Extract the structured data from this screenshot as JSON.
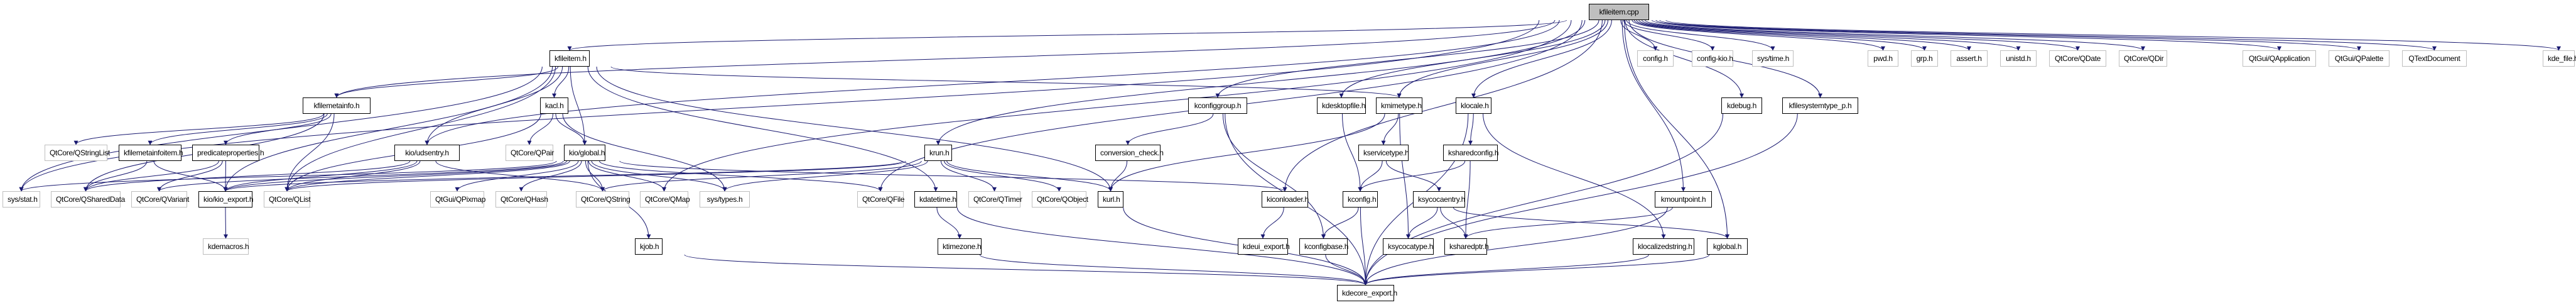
{
  "graph": {
    "title": "kfileitem.cpp include dependency graph",
    "colors": {
      "edge": "#191970",
      "internal_border": "#000000",
      "external_border": "#bfbfbf",
      "root_fill": "#bfbfbf"
    },
    "nodes": [
      {
        "id": "kfileitem_cpp",
        "label": "kfileitem.cpp",
        "kind": "root"
      },
      {
        "id": "kfileitem_h",
        "label": "kfileitem.h",
        "kind": "int"
      },
      {
        "id": "kfilemetainfo_h",
        "label": "kfilemetainfo.h",
        "kind": "int"
      },
      {
        "id": "kacl_h",
        "label": "kacl.h",
        "kind": "int"
      },
      {
        "id": "kio_udsentry_h",
        "label": "kio/udsentry.h",
        "kind": "int"
      },
      {
        "id": "kio_global_h",
        "label": "kio/global.h",
        "kind": "int"
      },
      {
        "id": "qstringlist",
        "label": "QtCore/QStringList",
        "kind": "ext"
      },
      {
        "id": "kfilemetainfoitem_h",
        "label": "kfilemetainfoitem.h",
        "kind": "int"
      },
      {
        "id": "predicateproperties_h",
        "label": "predicateproperties.h",
        "kind": "int"
      },
      {
        "id": "qpair",
        "label": "QtCore/QPair",
        "kind": "ext"
      },
      {
        "id": "sys_stat_h",
        "label": "sys/stat.h",
        "kind": "ext"
      },
      {
        "id": "qshareddata",
        "label": "QtCore/QSharedData",
        "kind": "ext"
      },
      {
        "id": "qvariant",
        "label": "QtCore/QVariant",
        "kind": "ext"
      },
      {
        "id": "kio_export_h",
        "label": "kio/kio_export.h",
        "kind": "int"
      },
      {
        "id": "qlist",
        "label": "QtCore/QList",
        "kind": "ext"
      },
      {
        "id": "qpixmap",
        "label": "QtGui/QPixmap",
        "kind": "ext"
      },
      {
        "id": "qhash",
        "label": "QtCore/QHash",
        "kind": "ext"
      },
      {
        "id": "qstring",
        "label": "QtCore/QString",
        "kind": "ext"
      },
      {
        "id": "qmap",
        "label": "QtCore/QMap",
        "kind": "ext"
      },
      {
        "id": "sys_types_h",
        "label": "sys/types.h",
        "kind": "ext"
      },
      {
        "id": "qfile",
        "label": "QtCore/QFile",
        "kind": "ext"
      },
      {
        "id": "kdatetime_h",
        "label": "kdatetime.h",
        "kind": "int"
      },
      {
        "id": "qtimer",
        "label": "QtCore/QTimer",
        "kind": "ext"
      },
      {
        "id": "qobject",
        "label": "QtCore/QObject",
        "kind": "ext"
      },
      {
        "id": "kurl_h",
        "label": "kurl.h",
        "kind": "int"
      },
      {
        "id": "kdemacros_h",
        "label": "kdemacros.h",
        "kind": "ext"
      },
      {
        "id": "kjob_h",
        "label": "kjob.h",
        "kind": "int"
      },
      {
        "id": "ktimezone_h",
        "label": "ktimezone.h",
        "kind": "int"
      },
      {
        "id": "krun_h",
        "label": "krun.h",
        "kind": "int"
      },
      {
        "id": "kconfiggroup_h",
        "label": "kconfiggroup.h",
        "kind": "int"
      },
      {
        "id": "conversion_check_h",
        "label": "conversion_check.h",
        "kind": "int"
      },
      {
        "id": "kdesktopfile_h",
        "label": "kdesktopfile.h",
        "kind": "int"
      },
      {
        "id": "kmimetype_h",
        "label": "kmimetype.h",
        "kind": "int"
      },
      {
        "id": "kservicetype_h",
        "label": "kservicetype.h",
        "kind": "int"
      },
      {
        "id": "klocale_h",
        "label": "klocale.h",
        "kind": "int"
      },
      {
        "id": "ksharedconfig_h",
        "label": "ksharedconfig.h",
        "kind": "int"
      },
      {
        "id": "kiconloader_h",
        "label": "kiconloader.h",
        "kind": "int"
      },
      {
        "id": "kconfig_h",
        "label": "kconfig.h",
        "kind": "int"
      },
      {
        "id": "ksycocaentry_h",
        "label": "ksycocaentry.h",
        "kind": "int"
      },
      {
        "id": "kmountpoint_h",
        "label": "kmountpoint.h",
        "kind": "int"
      },
      {
        "id": "kdeui_export_h",
        "label": "kdeui_export.h",
        "kind": "int"
      },
      {
        "id": "kconfigbase_h",
        "label": "kconfigbase.h",
        "kind": "int"
      },
      {
        "id": "ksycocatype_h",
        "label": "ksycocatype.h",
        "kind": "int"
      },
      {
        "id": "ksharedptr_h",
        "label": "ksharedptr.h",
        "kind": "int"
      },
      {
        "id": "klocalizedstring_h",
        "label": "klocalizedstring.h",
        "kind": "int"
      },
      {
        "id": "kglobal_h",
        "label": "kglobal.h",
        "kind": "int"
      },
      {
        "id": "kdecore_export_h",
        "label": "kdecore_export.h",
        "kind": "int"
      },
      {
        "id": "kdebug_h",
        "label": "kdebug.h",
        "kind": "int"
      },
      {
        "id": "kfilesystemtype_p_h",
        "label": "kfilesystemtype_p.h",
        "kind": "int"
      },
      {
        "id": "config_h",
        "label": "config.h",
        "kind": "ext"
      },
      {
        "id": "config_kio_h",
        "label": "config-kio.h",
        "kind": "ext"
      },
      {
        "id": "sys_time_h",
        "label": "sys/time.h",
        "kind": "ext"
      },
      {
        "id": "pwd_h",
        "label": "pwd.h",
        "kind": "ext"
      },
      {
        "id": "grp_h",
        "label": "grp.h",
        "kind": "ext"
      },
      {
        "id": "assert_h",
        "label": "assert.h",
        "kind": "ext"
      },
      {
        "id": "unistd_h",
        "label": "unistd.h",
        "kind": "ext"
      },
      {
        "id": "qdate",
        "label": "QtCore/QDate",
        "kind": "ext"
      },
      {
        "id": "qdir",
        "label": "QtCore/QDir",
        "kind": "ext"
      },
      {
        "id": "qapplication",
        "label": "QtGui/QApplication",
        "kind": "ext"
      },
      {
        "id": "qpalette",
        "label": "QtGui/QPalette",
        "kind": "ext"
      },
      {
        "id": "qtextdocument",
        "label": "QTextDocument",
        "kind": "ext"
      },
      {
        "id": "kde_file_h",
        "label": "kde_file.h",
        "kind": "ext"
      }
    ],
    "edges": [
      [
        "kfileitem_cpp",
        "kfileitem_h"
      ],
      [
        "kfileitem_cpp",
        "kfilemetainfo_h"
      ],
      [
        "kfileitem_cpp",
        "sys_stat_h"
      ],
      [
        "kfileitem_cpp",
        "kio_udsentry_h"
      ],
      [
        "kfileitem_cpp",
        "qmap"
      ],
      [
        "kfileitem_cpp",
        "qfile"
      ],
      [
        "kfileitem_cpp",
        "krun_h"
      ],
      [
        "kfileitem_cpp",
        "kconfiggroup_h"
      ],
      [
        "kfileitem_cpp",
        "kdesktopfile_h"
      ],
      [
        "kfileitem_cpp",
        "kmimetype_h"
      ],
      [
        "kfileitem_cpp",
        "kiconloader_h"
      ],
      [
        "kfileitem_cpp",
        "klocale_h"
      ],
      [
        "kfileitem_cpp",
        "kmountpoint_h"
      ],
      [
        "kfileitem_cpp",
        "kdebug_h"
      ],
      [
        "kfileitem_cpp",
        "kfilesystemtype_p_h"
      ],
      [
        "kfileitem_cpp",
        "kglobal_h"
      ],
      [
        "kfileitem_cpp",
        "config_h"
      ],
      [
        "kfileitem_cpp",
        "config_kio_h"
      ],
      [
        "kfileitem_cpp",
        "sys_time_h"
      ],
      [
        "kfileitem_cpp",
        "pwd_h"
      ],
      [
        "kfileitem_cpp",
        "grp_h"
      ],
      [
        "kfileitem_cpp",
        "assert_h"
      ],
      [
        "kfileitem_cpp",
        "unistd_h"
      ],
      [
        "kfileitem_cpp",
        "qdate"
      ],
      [
        "kfileitem_cpp",
        "qdir"
      ],
      [
        "kfileitem_cpp",
        "qapplication"
      ],
      [
        "kfileitem_cpp",
        "qpalette"
      ],
      [
        "kfileitem_cpp",
        "qtextdocument"
      ],
      [
        "kfileitem_cpp",
        "kde_file_h"
      ],
      [
        "kfileitem_h",
        "kfilemetainfo_h"
      ],
      [
        "kfileitem_h",
        "kacl_h"
      ],
      [
        "kfileitem_h",
        "kio_global_h"
      ],
      [
        "kfileitem_h",
        "kio_udsentry_h"
      ],
      [
        "kfileitem_h",
        "kmimetype_h"
      ],
      [
        "kfileitem_h",
        "kurl_h"
      ],
      [
        "kfileitem_h",
        "qlist"
      ],
      [
        "kfileitem_h",
        "kio_export_h"
      ],
      [
        "kfileitem_h",
        "kdatetime_h"
      ],
      [
        "kfileitem_h",
        "sys_stat_h"
      ],
      [
        "kfilemetainfo_h",
        "qstringlist"
      ],
      [
        "kfilemetainfo_h",
        "kfilemetainfoitem_h"
      ],
      [
        "kfilemetainfo_h",
        "predicateproperties_h"
      ],
      [
        "kfilemetainfo_h",
        "qlist"
      ],
      [
        "kfilemetainfo_h",
        "qshareddata"
      ],
      [
        "kfilemetainfoitem_h",
        "qshareddata"
      ],
      [
        "kfilemetainfoitem_h",
        "kio_export_h"
      ],
      [
        "predicateproperties_h",
        "qshareddata"
      ],
      [
        "predicateproperties_h",
        "qvariant"
      ],
      [
        "predicateproperties_h",
        "kio_export_h"
      ],
      [
        "kio_udsentry_h",
        "qshareddata"
      ],
      [
        "kio_udsentry_h",
        "kio_export_h"
      ],
      [
        "kio_udsentry_h",
        "qlist"
      ],
      [
        "kio_udsentry_h",
        "qstring"
      ],
      [
        "kacl_h",
        "qpair"
      ],
      [
        "kacl_h",
        "kio_global_h"
      ],
      [
        "kacl_h",
        "qlist"
      ],
      [
        "kacl_h",
        "sys_types_h"
      ],
      [
        "kio_global_h",
        "kio_export_h"
      ],
      [
        "kio_global_h",
        "qlist"
      ],
      [
        "kio_global_h",
        "qpixmap"
      ],
      [
        "kio_global_h",
        "qhash"
      ],
      [
        "kio_global_h",
        "qstring"
      ],
      [
        "kio_global_h",
        "qmap"
      ],
      [
        "kio_global_h",
        "sys_types_h"
      ],
      [
        "kio_global_h",
        "qfile"
      ],
      [
        "kio_global_h",
        "kjob_h"
      ],
      [
        "kio_global_h",
        "kiconloader_h"
      ],
      [
        "kio_global_h",
        "sys_stat_h"
      ],
      [
        "kio_global_h",
        "qvariant"
      ],
      [
        "kio_export_h",
        "kdemacros_h"
      ],
      [
        "krun_h",
        "qstring"
      ],
      [
        "krun_h",
        "sys_types_h"
      ],
      [
        "krun_h",
        "qtimer"
      ],
      [
        "krun_h",
        "qobject"
      ],
      [
        "krun_h",
        "kurl_h"
      ],
      [
        "krun_h",
        "qlist"
      ],
      [
        "krun_h",
        "kio_export_h"
      ],
      [
        "kdatetime_h",
        "ktimezone_h"
      ],
      [
        "kdatetime_h",
        "kdecore_export_h"
      ],
      [
        "ktimezone_h",
        "kdecore_export_h"
      ],
      [
        "kjob_h",
        "kdecore_export_h"
      ],
      [
        "kconfiggroup_h",
        "conversion_check_h"
      ],
      [
        "kconfiggroup_h",
        "kdecore_export_h"
      ],
      [
        "kconfiggroup_h",
        "kconfigbase_h"
      ],
      [
        "conversion_check_h",
        "kurl_h"
      ],
      [
        "kurl_h",
        "kdecore_export_h"
      ],
      [
        "kdesktopfile_h",
        "kconfig_h"
      ],
      [
        "kmimetype_h",
        "kservicetype_h"
      ],
      [
        "kmimetype_h",
        "kurl_h"
      ],
      [
        "kmimetype_h",
        "ksycocatype_h"
      ],
      [
        "kservicetype_h",
        "kconfig_h"
      ],
      [
        "kservicetype_h",
        "ksycocaentry_h"
      ],
      [
        "klocale_h",
        "ksharedconfig_h"
      ],
      [
        "klocale_h",
        "kdecore_export_h"
      ],
      [
        "klocale_h",
        "klocalizedstring_h"
      ],
      [
        "ksharedconfig_h",
        "kconfig_h"
      ],
      [
        "ksharedconfig_h",
        "ksharedptr_h"
      ],
      [
        "kiconloader_h",
        "kdeui_export_h"
      ],
      [
        "kconfig_h",
        "kconfigbase_h"
      ],
      [
        "kconfig_h",
        "kdecore_export_h"
      ],
      [
        "kconfigbase_h",
        "kdecore_export_h"
      ],
      [
        "ksycocaentry_h",
        "ksycocatype_h"
      ],
      [
        "ksycocaentry_h",
        "ksharedptr_h"
      ],
      [
        "ksycocaentry_h",
        "kglobal_h"
      ],
      [
        "kmountpoint_h",
        "ksharedptr_h"
      ],
      [
        "kmountpoint_h",
        "kdecore_export_h"
      ],
      [
        "klocalizedstring_h",
        "kdecore_export_h"
      ],
      [
        "kglobal_h",
        "kdecore_export_h"
      ],
      [
        "kdebug_h",
        "kdecore_export_h"
      ],
      [
        "kfilesystemtype_p_h",
        "kdecore_export_h"
      ]
    ]
  }
}
